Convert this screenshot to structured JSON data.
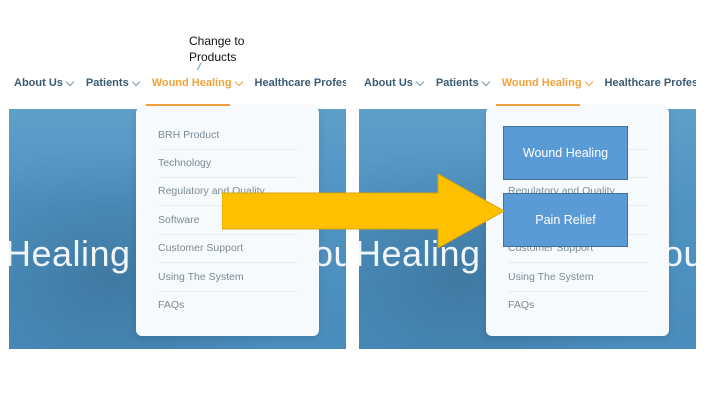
{
  "annotation": {
    "line1": "Change to",
    "line2": "Products"
  },
  "nav": {
    "items": [
      {
        "label": "About Us"
      },
      {
        "label": "Patients"
      },
      {
        "label": "Wound Healing"
      },
      {
        "label": "Healthcare Professio"
      }
    ]
  },
  "hero": {
    "text": "Healing Chronic Wou"
  },
  "dropdown": {
    "items": [
      {
        "label": "BRH Product"
      },
      {
        "label": "Technology"
      },
      {
        "label": "Regulatory and Quality"
      },
      {
        "label": "Software"
      },
      {
        "label": "Customer Support"
      },
      {
        "label": "Using The System"
      },
      {
        "label": "FAQs"
      }
    ]
  },
  "overlay": {
    "box1": "Wound Healing",
    "box2": "Pain Relief"
  },
  "colors": {
    "accent": "#f2a23a",
    "nav_text": "#3b5a73",
    "hero_blue": "#4f93c2",
    "arrow": "#ffc000",
    "box_fill": "#5b9bd5"
  }
}
